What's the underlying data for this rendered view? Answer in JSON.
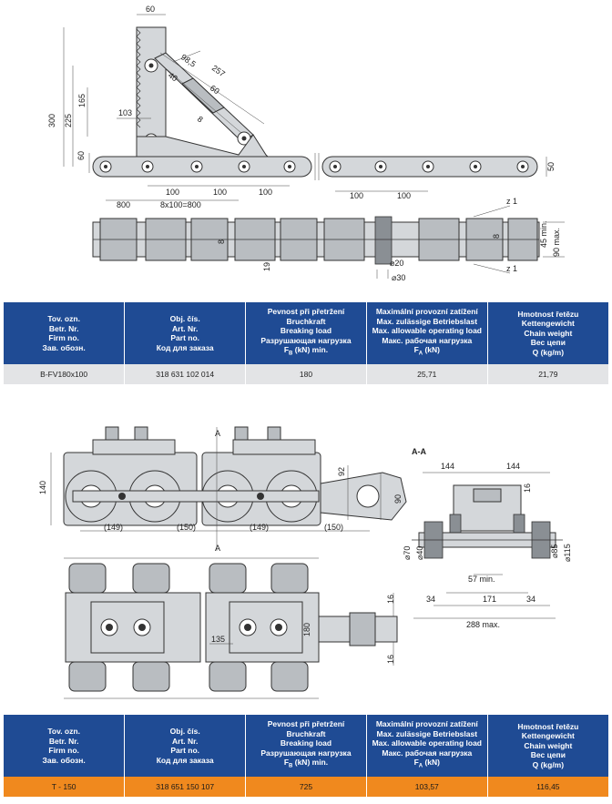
{
  "colors": {
    "header_blue": "#1f4b94",
    "row_gray": "#e3e4e6",
    "row_orange": "#f0891e"
  },
  "drawing1": {
    "dims": {
      "d60": "60",
      "d300": "300",
      "d225": "225",
      "d165": "165",
      "d103": "103",
      "d60b": "60",
      "d985": "98,5",
      "d257": "257",
      "d40": "40",
      "d60c": "60",
      "d8": "8",
      "d100a": "100",
      "d100b": "100",
      "d100c": "100",
      "d100d": "100",
      "d100e": "100",
      "d800": "800",
      "d8x100": "8x100=800",
      "d50": "50",
      "d8b": "8",
      "d19": "19",
      "d8c": "8",
      "d20": "⌀20",
      "d30": "⌀30",
      "d45": "45 min.",
      "d90": "90 max.",
      "z1": "z 1",
      "z1b": "z 1"
    }
  },
  "table1": {
    "headers": [
      [
        "Tov. ozn.",
        "Betr. Nr.",
        "Firm no.",
        "Зав. обозн."
      ],
      [
        "Obj. čís.",
        "Art. Nr.",
        "Part no.",
        "Код для заказа"
      ],
      [
        "Pevnost při přetržení",
        "Bruchkraft",
        "Breaking load",
        "Разрушающая нагрузка",
        "F_B (kN) min."
      ],
      [
        "Maximální provozní zatížení",
        "Max. zulässige Betriebslast",
        "Max. allowable operating load",
        "Макс. рабочая нагрузка",
        "F_A (kN)"
      ],
      [
        "Hmotnost řetězu",
        "Kettengewicht",
        "Chain weight",
        "Вес цепи",
        "Q (kg/m)"
      ]
    ],
    "row": [
      "B-FV180x100",
      "318 631 102 014",
      "180",
      "25,71",
      "21,79"
    ]
  },
  "drawing2": {
    "dims": {
      "d140": "140",
      "dA1": "A",
      "dA2": "A",
      "dAA": "A-A",
      "p149a": "(149)",
      "p150a": "(150)",
      "p149b": "(149)",
      "p150b": "(150)",
      "d92": "92",
      "d90": "90",
      "d144a": "144",
      "d144b": "144",
      "d16": "16",
      "d70": "⌀70",
      "d40": "⌀40",
      "d85": "⌀85",
      "d115": "⌀115",
      "d57": "57 min.",
      "d34a": "34",
      "d171": "171",
      "d34b": "34",
      "d288": "288 max.",
      "d16b": "16",
      "d135": "135",
      "d180": "180",
      "d16c": "16"
    }
  },
  "table2": {
    "row": [
      "T - 150",
      "318 651 150 107",
      "725",
      "103,57",
      "116,45"
    ]
  }
}
